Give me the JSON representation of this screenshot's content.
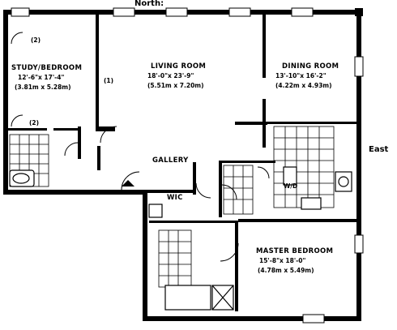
{
  "compass": {
    "north": "North:",
    "east": "East"
  },
  "rooms": {
    "study": {
      "name": "STUDY/BEDROOM",
      "dim_ft": "12'-6\"x 17'-4\"",
      "dim_m": "(3.81m x 5.28m)"
    },
    "living": {
      "name": "LIVING ROOM",
      "dim_ft": "18'-0\"x 23'-9\"",
      "dim_m": "(5.51m x 7.20m)"
    },
    "dining": {
      "name": "DINING ROOM",
      "dim_ft": "13'-10\"x 16'-2\"",
      "dim_m": "(4.22m x 4.93m)"
    },
    "gallery": {
      "name": "GALLERY"
    },
    "wic": {
      "name": "WIC"
    },
    "master": {
      "name": "MASTER BEDROOM",
      "dim_ft": "15'-8\"x 18'-0\"",
      "dim_m": "(4.78m x 5.49m)"
    }
  },
  "labels": {
    "wd": "W/D",
    "note1": "(1)",
    "note2a": "(2)",
    "note2b": "(2)"
  }
}
